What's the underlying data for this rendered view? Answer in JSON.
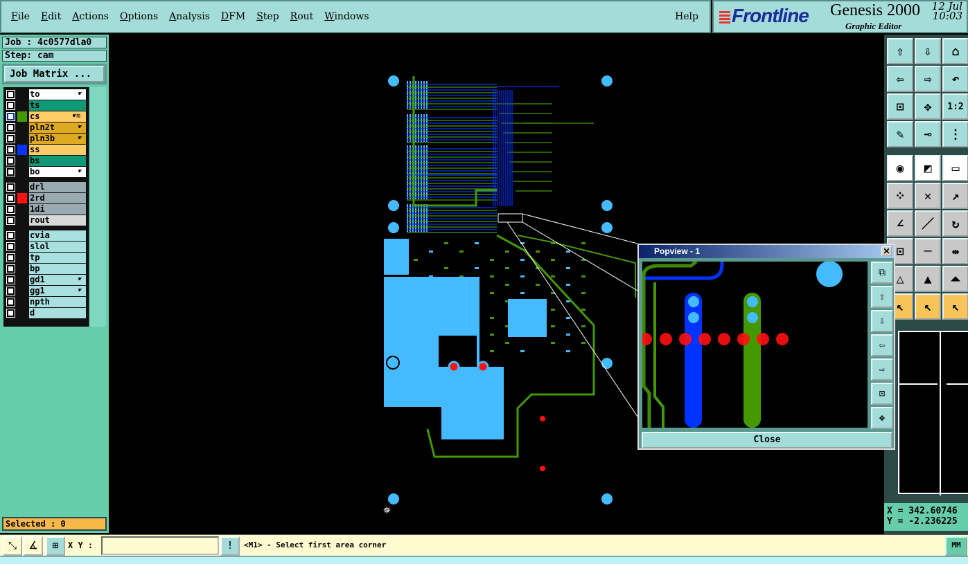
{
  "menu": {
    "items": [
      "File",
      "Edit",
      "Actions",
      "Options",
      "Analysis",
      "DFM",
      "Step",
      "Rout",
      "Windows"
    ],
    "help": "Help"
  },
  "brand": {
    "logo": "Frontline",
    "product": "Genesis 2000",
    "subtitle": "Graphic Editor",
    "date": "12 Jul",
    "time": "10:03"
  },
  "job": {
    "job": "Job : 4c0577dla0",
    "step": "Step: cam",
    "matrix_button": "Job Matrix ..."
  },
  "layers": [
    {
      "name": "to",
      "bg": "#ffffff",
      "swatch": "",
      "icon": "hand"
    },
    {
      "name": "ts",
      "bg": "#119977",
      "swatch": "",
      "icon": ""
    },
    {
      "name": "cs",
      "bg": "#ffcc66",
      "swatch": "#449900",
      "icon": "hand-grid",
      "active": true
    },
    {
      "name": "pln2t",
      "bg": "#ddaa22",
      "swatch": "",
      "icon": "hand"
    },
    {
      "name": "pln3b",
      "bg": "#ddaa22",
      "swatch": "",
      "icon": "hand"
    },
    {
      "name": "ss",
      "bg": "#ffcc66",
      "swatch": "#0033ff",
      "icon": ""
    },
    {
      "name": "bs",
      "bg": "#119977",
      "swatch": "",
      "icon": ""
    },
    {
      "name": "bo",
      "bg": "#ffffff",
      "swatch": "",
      "icon": "hand"
    },
    {
      "name": "drl",
      "bg": "#99aab0",
      "swatch": "",
      "icon": ""
    },
    {
      "name": "2rd",
      "bg": "#99aab0",
      "swatch": "#ff1111",
      "icon": ""
    },
    {
      "name": "1di",
      "bg": "#99aab0",
      "swatch": "",
      "icon": ""
    },
    {
      "name": "rout",
      "bg": "#d8d8d8",
      "swatch": "",
      "icon": ""
    },
    {
      "name": "cvia",
      "bg": "#a8e0e0",
      "swatch": "",
      "icon": ""
    },
    {
      "name": "slol",
      "bg": "#a8e0e0",
      "swatch": "",
      "icon": ""
    },
    {
      "name": "tp",
      "bg": "#a8e0e0",
      "swatch": "",
      "icon": ""
    },
    {
      "name": "bp",
      "bg": "#a8e0e0",
      "swatch": "",
      "icon": ""
    },
    {
      "name": "gd1",
      "bg": "#a8e0e0",
      "swatch": "",
      "icon": "hand"
    },
    {
      "name": "gg1",
      "bg": "#a8e0e0",
      "swatch": "",
      "icon": "hand"
    },
    {
      "name": "npth",
      "bg": "#a8e0e0",
      "swatch": "",
      "icon": ""
    },
    {
      "name": "d",
      "bg": "#a8e0e0",
      "swatch": "",
      "icon": ""
    }
  ],
  "selected": "Selected : 0",
  "coords": {
    "x": "X = 342.60746",
    "y": "Y = -2.236225"
  },
  "bottom": {
    "xy_label": "X Y :",
    "xy_value": "",
    "prompt": "<M1> - Select first area corner",
    "units": "MM"
  },
  "popview": {
    "title": "Popview - 1",
    "close": "Close"
  },
  "colors": {
    "pad": "#44bbff",
    "top": "#449900",
    "bottom": "#0033ff",
    "drill": "#ff1111"
  }
}
